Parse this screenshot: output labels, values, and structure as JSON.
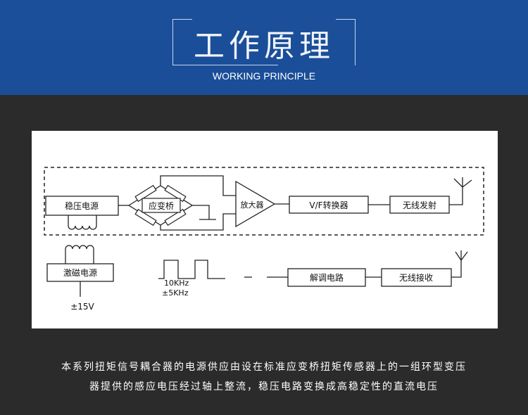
{
  "header": {
    "title": "工作原理",
    "subtitle": "WORKING PRINCIPLE"
  },
  "diagram": {
    "blocks": {
      "stabilized_power": "稳压电源",
      "strain_bridge": "应变桥",
      "amplifier": "放大器",
      "vf_converter": "V/F转换器",
      "wireless_tx": "无线发射",
      "excitation_power": "激磁电源",
      "demod_circuit": "解调电路",
      "wireless_rx": "无线接收"
    },
    "labels": {
      "voltage": "±15V",
      "freq_center": "10KHz",
      "freq_dev": "±5KHz"
    }
  },
  "caption": {
    "line1": "本系列扭矩信号耦合器的电源供应由设在标准应变桥扭矩传感器上的一组环型变压",
    "line2": "器提供的感应电压经过轴上整流，稳压电路变换成高稳定性的直流电压"
  },
  "colors": {
    "header_bg": "#1b4f9a",
    "page_bg": "#2b2b2b",
    "panel_bg": "#ffffff"
  }
}
